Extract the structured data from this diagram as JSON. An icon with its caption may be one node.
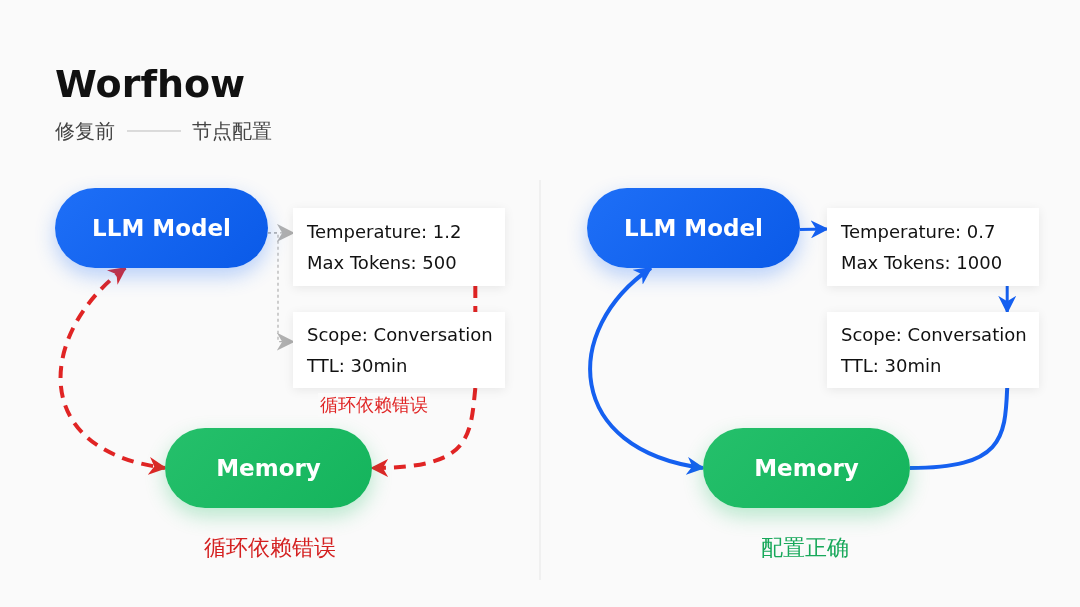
{
  "diagram": {
    "title": "Worfhow",
    "nodes": [
      {
        "text": [
          "LLM Model"
        ]
      },
      {
        "text": [
          "Temperature: 1.2",
          "Max Tokens: 500"
        ]
      },
      {
        "text": [
          "Scope: Conversation",
          "TTL: 30min"
        ]
      },
      {
        "text": [
          "Memory"
        ]
      },
      {
        "text": [
          "LLM Model"
        ]
      },
      {
        "text": [
          "Temperature: 0.7",
          "Max Tokens: 1000"
        ]
      },
      {
        "text": [
          "Scope: Conversation",
          "TTL: 30min"
        ]
      },
      {
        "text": [
          "Memory"
        ]
      }
    ],
    "edges": [
      {
        "from": 0,
        "to": 3,
        "arrow": "both",
        "style": "dashed",
        "color": "#e02424"
      },
      {
        "from": 0,
        "to": 1,
        "arrow": "to",
        "style": "dashed",
        "color": "#b0b0b0"
      },
      {
        "from": 0,
        "to": 2,
        "arrow": "to",
        "style": "dashed",
        "color": "#b0b0b0"
      },
      {
        "from": 1,
        "to": 2,
        "arrow": "none",
        "style": "dashed",
        "color": "#e02424"
      },
      {
        "from": 2,
        "to": 3,
        "arrow": "to",
        "style": "dashed",
        "color": "#e02424",
        "label": "循环依赖错误"
      },
      {
        "from": 4,
        "to": 5,
        "arrow": "to"
      },
      {
        "from": 5,
        "to": 6,
        "arrow": "to"
      },
      {
        "from": 6,
        "to": 7,
        "arrow": "none"
      },
      {
        "from": 4,
        "to": 7,
        "arrow": "both"
      }
    ],
    "labels": [
      "修复前",
      "节点配置",
      "循环依赖错误",
      "配置正确"
    ]
  }
}
